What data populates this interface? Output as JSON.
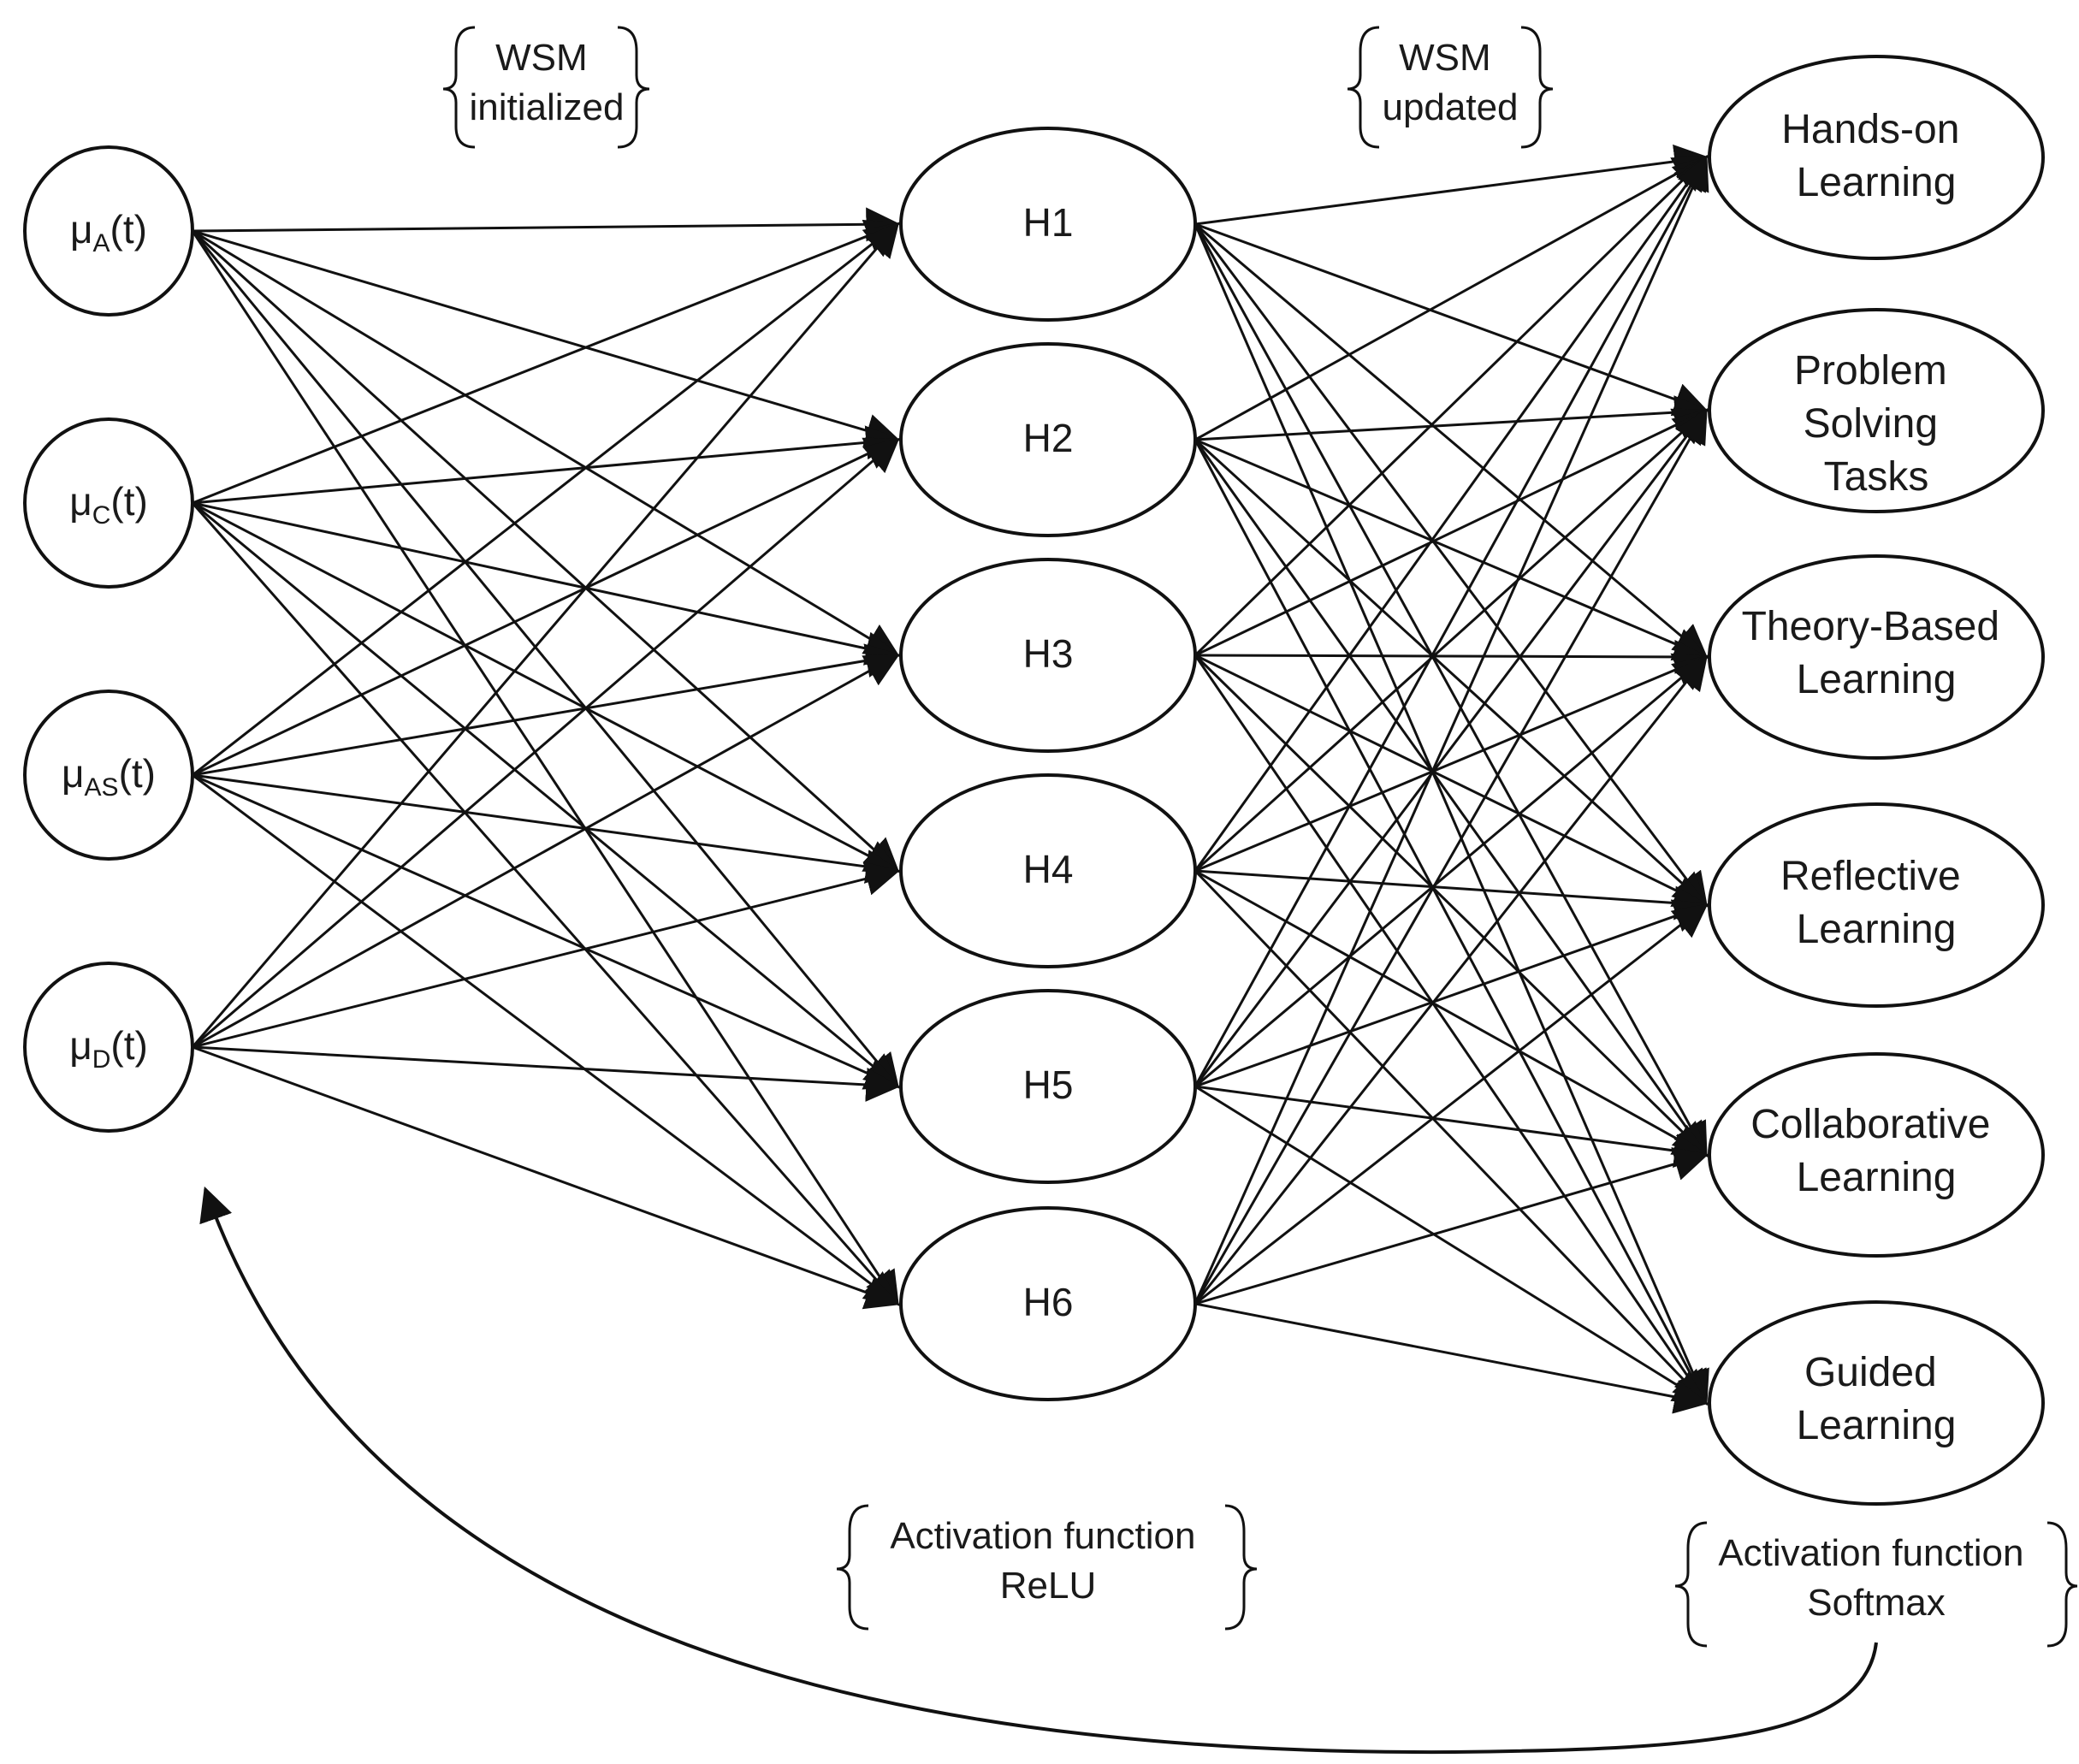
{
  "inputs": [
    {
      "id": "A",
      "main": "μ",
      "sub": "A",
      "tail": "(t)"
    },
    {
      "id": "C",
      "main": "μ",
      "sub": "C",
      "tail": "(t)"
    },
    {
      "id": "AS",
      "main": "μ",
      "sub": "AS",
      "tail": "(t)"
    },
    {
      "id": "D",
      "main": "μ",
      "sub": "D",
      "tail": "(t)"
    }
  ],
  "hidden": [
    "H1",
    "H2",
    "H3",
    "H4",
    "H5",
    "H6"
  ],
  "outputs": [
    [
      "Hands-on",
      "Learning"
    ],
    [
      "Problem",
      "Solving",
      "Tasks"
    ],
    [
      "Theory-Based",
      "Learning"
    ],
    [
      "Reflective",
      "Learning"
    ],
    [
      "Collaborative",
      "Learning"
    ],
    [
      "Guided",
      "Learning"
    ]
  ],
  "notes": {
    "wsm_initialized": [
      "WSM",
      "initialized"
    ],
    "wsm_updated": [
      "WSM",
      "updated"
    ],
    "relu": [
      "Activation function",
      "ReLU"
    ],
    "softmax": [
      "Activation function",
      "Softmax"
    ]
  },
  "colors": {
    "stroke": "#111111",
    "background": "#ffffff"
  },
  "edges": {
    "input_to_hidden": "fully connected",
    "hidden_to_output": "fully connected",
    "feedback": "softmax output back to input layer"
  }
}
